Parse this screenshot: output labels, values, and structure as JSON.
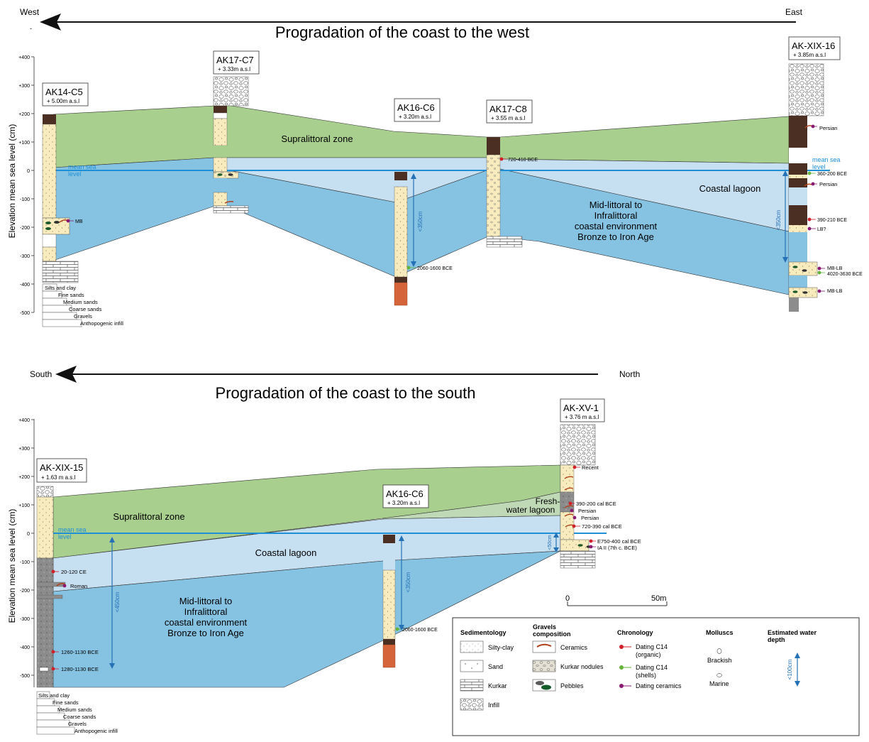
{
  "top": {
    "west": "West",
    "east": "East",
    "dash": "-",
    "title": "Progradation of the coast to the west",
    "y_axis_label": "Elevation mean sea level (cm)",
    "y_ticks": [
      "+400",
      "+300",
      "+200",
      "+100",
      "0",
      "-100",
      "-200",
      "-300",
      "-400",
      "-500"
    ],
    "cores": [
      {
        "name": "AK14-C5",
        "elev": "+ 5.00m a.s.l"
      },
      {
        "name": "AK17-C7",
        "elev": "+ 3.33m a.s.l"
      },
      {
        "name": "AK16-C6",
        "elev": "+ 3.20m a.s.l"
      },
      {
        "name": "AK17-C8",
        "elev": "+ 3.55 m a.s.l"
      },
      {
        "name": "AK-XIX-16",
        "elev": "+ 3.85m a.s.l"
      }
    ],
    "zones": {
      "supralittoral": "Supralittoral zone",
      "lagoon": "Coastal lagoon",
      "mid1": "Mid-littoral to",
      "mid2": "Infralittoral",
      "mid3": "coastal environment",
      "mid4": "Bronze to Iron Age"
    },
    "msl_left": [
      "mean sea",
      "level"
    ],
    "msl_right": [
      "mean sea",
      "level"
    ],
    "depths": [
      "<350cm",
      "<350cm"
    ],
    "labels": {
      "mb": "MB",
      "c8_date": "720-410 BCE",
      "c6_date": "2060-1600 BCE",
      "persian1": "Persian",
      "d360": "360-200 BCE",
      "persian2": "Persian",
      "d390": "390-210 BCE",
      "lb": "LB?",
      "mblb1": "MB-LB",
      "d4020": "4020-3630 BCE",
      "mblb2": "MB-LB"
    },
    "grain_scale": [
      "Silts and clay",
      "Fine sands",
      "Medium sands",
      "Coarse sands",
      "Gravels",
      "Anthopogenic infill"
    ]
  },
  "bottom": {
    "south": "South",
    "north": "North",
    "title": "Progradation of the coast to the south",
    "y_axis_label": "Elevation mean sea level (cm)",
    "y_ticks": [
      "+400",
      "+300",
      "+200",
      "+100",
      "0",
      "-100",
      "-200",
      "-300",
      "-400",
      "-500"
    ],
    "cores": [
      {
        "name": "AK-XIX-15",
        "elev": "+ 1.63 m a.s.l"
      },
      {
        "name": "AK16-C6",
        "elev": "+ 3.20m a.s.l"
      },
      {
        "name": "AK-XV-1",
        "elev": "+ 3.76 m a.s.l"
      }
    ],
    "zones": {
      "supralittoral": "Supralittoral zone",
      "lagoon": "Coastal lagoon",
      "fresh1": "Fresh-",
      "fresh2": "water lagoon",
      "mid1": "Mid-littoral to",
      "mid2": "Infralittoral",
      "mid3": "coastal environment",
      "mid4": "Bronze to Iron Age"
    },
    "msl": [
      "mean sea",
      "level"
    ],
    "depths": [
      "<450cm",
      "<350cm",
      "<50cm"
    ],
    "labels": {
      "d20": "20-120 CE",
      "roman": "Roman",
      "d1260": "1260-1130 BCE",
      "d1280": "1280-1130 BCE",
      "c6_date": "2060-1600 BCE",
      "recent": "Recent",
      "d390": "390-200 cal BCE",
      "persian1": "Persian",
      "persian2": "Persian",
      "d720": "720-390 cal BCE",
      "e750": "E750-400 cal BCE",
      "ia2": "IA II (7th c. BCE)"
    },
    "grain_scale": [
      "Silts and clay",
      "Fine sands",
      "Medium sands",
      "Coarse sands",
      "Gravels",
      "Anthopogenic infill"
    ],
    "scale_bar": [
      "0",
      "50m"
    ]
  },
  "legend": {
    "sedimentology": {
      "title": "Sedimentology",
      "items": [
        "Silty-clay",
        "Sand",
        "Kurkar",
        "Infill"
      ]
    },
    "gravels": {
      "title1": "Gravels",
      "title2": "composition",
      "items": [
        "Ceramics",
        "Kurkar nodules",
        "Pebbles"
      ]
    },
    "chronology": {
      "title": "Chronology",
      "items": [
        "Dating C14",
        "(organic)",
        "Dating C14",
        "(shells)",
        "Dating ceramics"
      ]
    },
    "molluscs": {
      "title": "Molluscs",
      "items": [
        "Brackish",
        "Marine"
      ]
    },
    "water_depth": {
      "title1": "Estimated water",
      "title2": "depth",
      "value": "<100cm"
    }
  },
  "colors": {
    "supralittoral": "#a8cf8e",
    "lagoon": "#c6dff1",
    "marine": "#86c3e3",
    "sand": "#f8ecbe",
    "brown": "#4a2f22",
    "clay_orange": "#d6643a",
    "msl_line": "#1f8fd6",
    "depth_arrow": "#2471b6",
    "date_red": "#d0202a",
    "date_green": "#67b33a",
    "date_purple": "#8a1a72",
    "fresh": "#bfd8b6"
  }
}
